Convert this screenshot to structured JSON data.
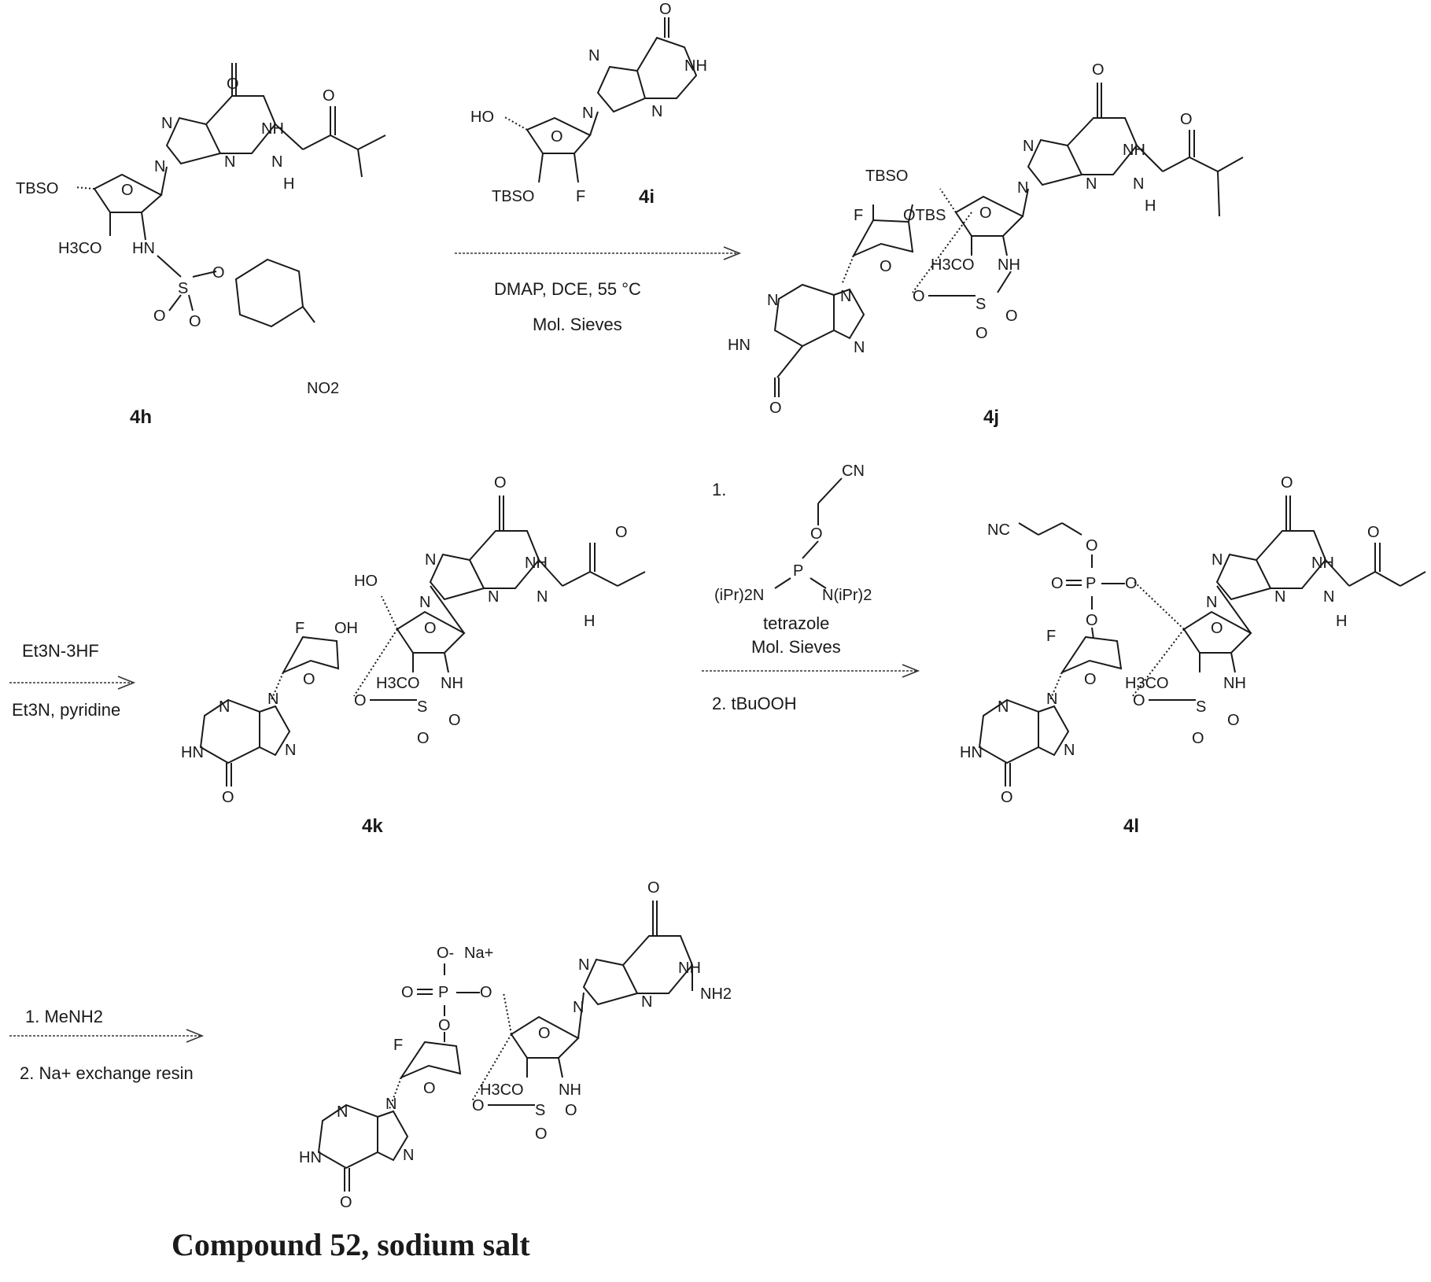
{
  "compounds": {
    "c4h": "4h",
    "c4i": "4i",
    "c4j": "4j",
    "c4k": "4k",
    "c4l": "4l",
    "final": "Compound 52, sodium salt"
  },
  "conditions": {
    "step1_line1": "DMAP, DCE, 55 °C",
    "step1_line2": "Mol. Sieves",
    "step2_line1": "Et3N-3HF",
    "step2_line2": "Et3N, pyridine",
    "step3_num1": "1.",
    "step3_line1": "tetrazole",
    "step3_line2": "Mol. Sieves",
    "step3_line3": "2. tBuOOH",
    "step4_line1": "1. MeNH2",
    "step4_line2": "2. Na+ exchange resin"
  },
  "atoms": {
    "O": "O",
    "N": "N",
    "NH": "NH",
    "H": "H",
    "HN": "HN",
    "F": "F",
    "S": "S",
    "P": "P",
    "HO": "HO",
    "OH": "OH",
    "TBSO": "TBSO",
    "OTBS": "OTBS",
    "TBSO_r": "TBSO",
    "H3CO": "H3CO",
    "NO2": "NO2",
    "CN": "CN",
    "NC": "NC",
    "iPr2N": "(iPr)2N",
    "NiPr2": "N(iPr)2",
    "Na": "Na+",
    "Ominus": "O-",
    "NH2": "NH2"
  }
}
